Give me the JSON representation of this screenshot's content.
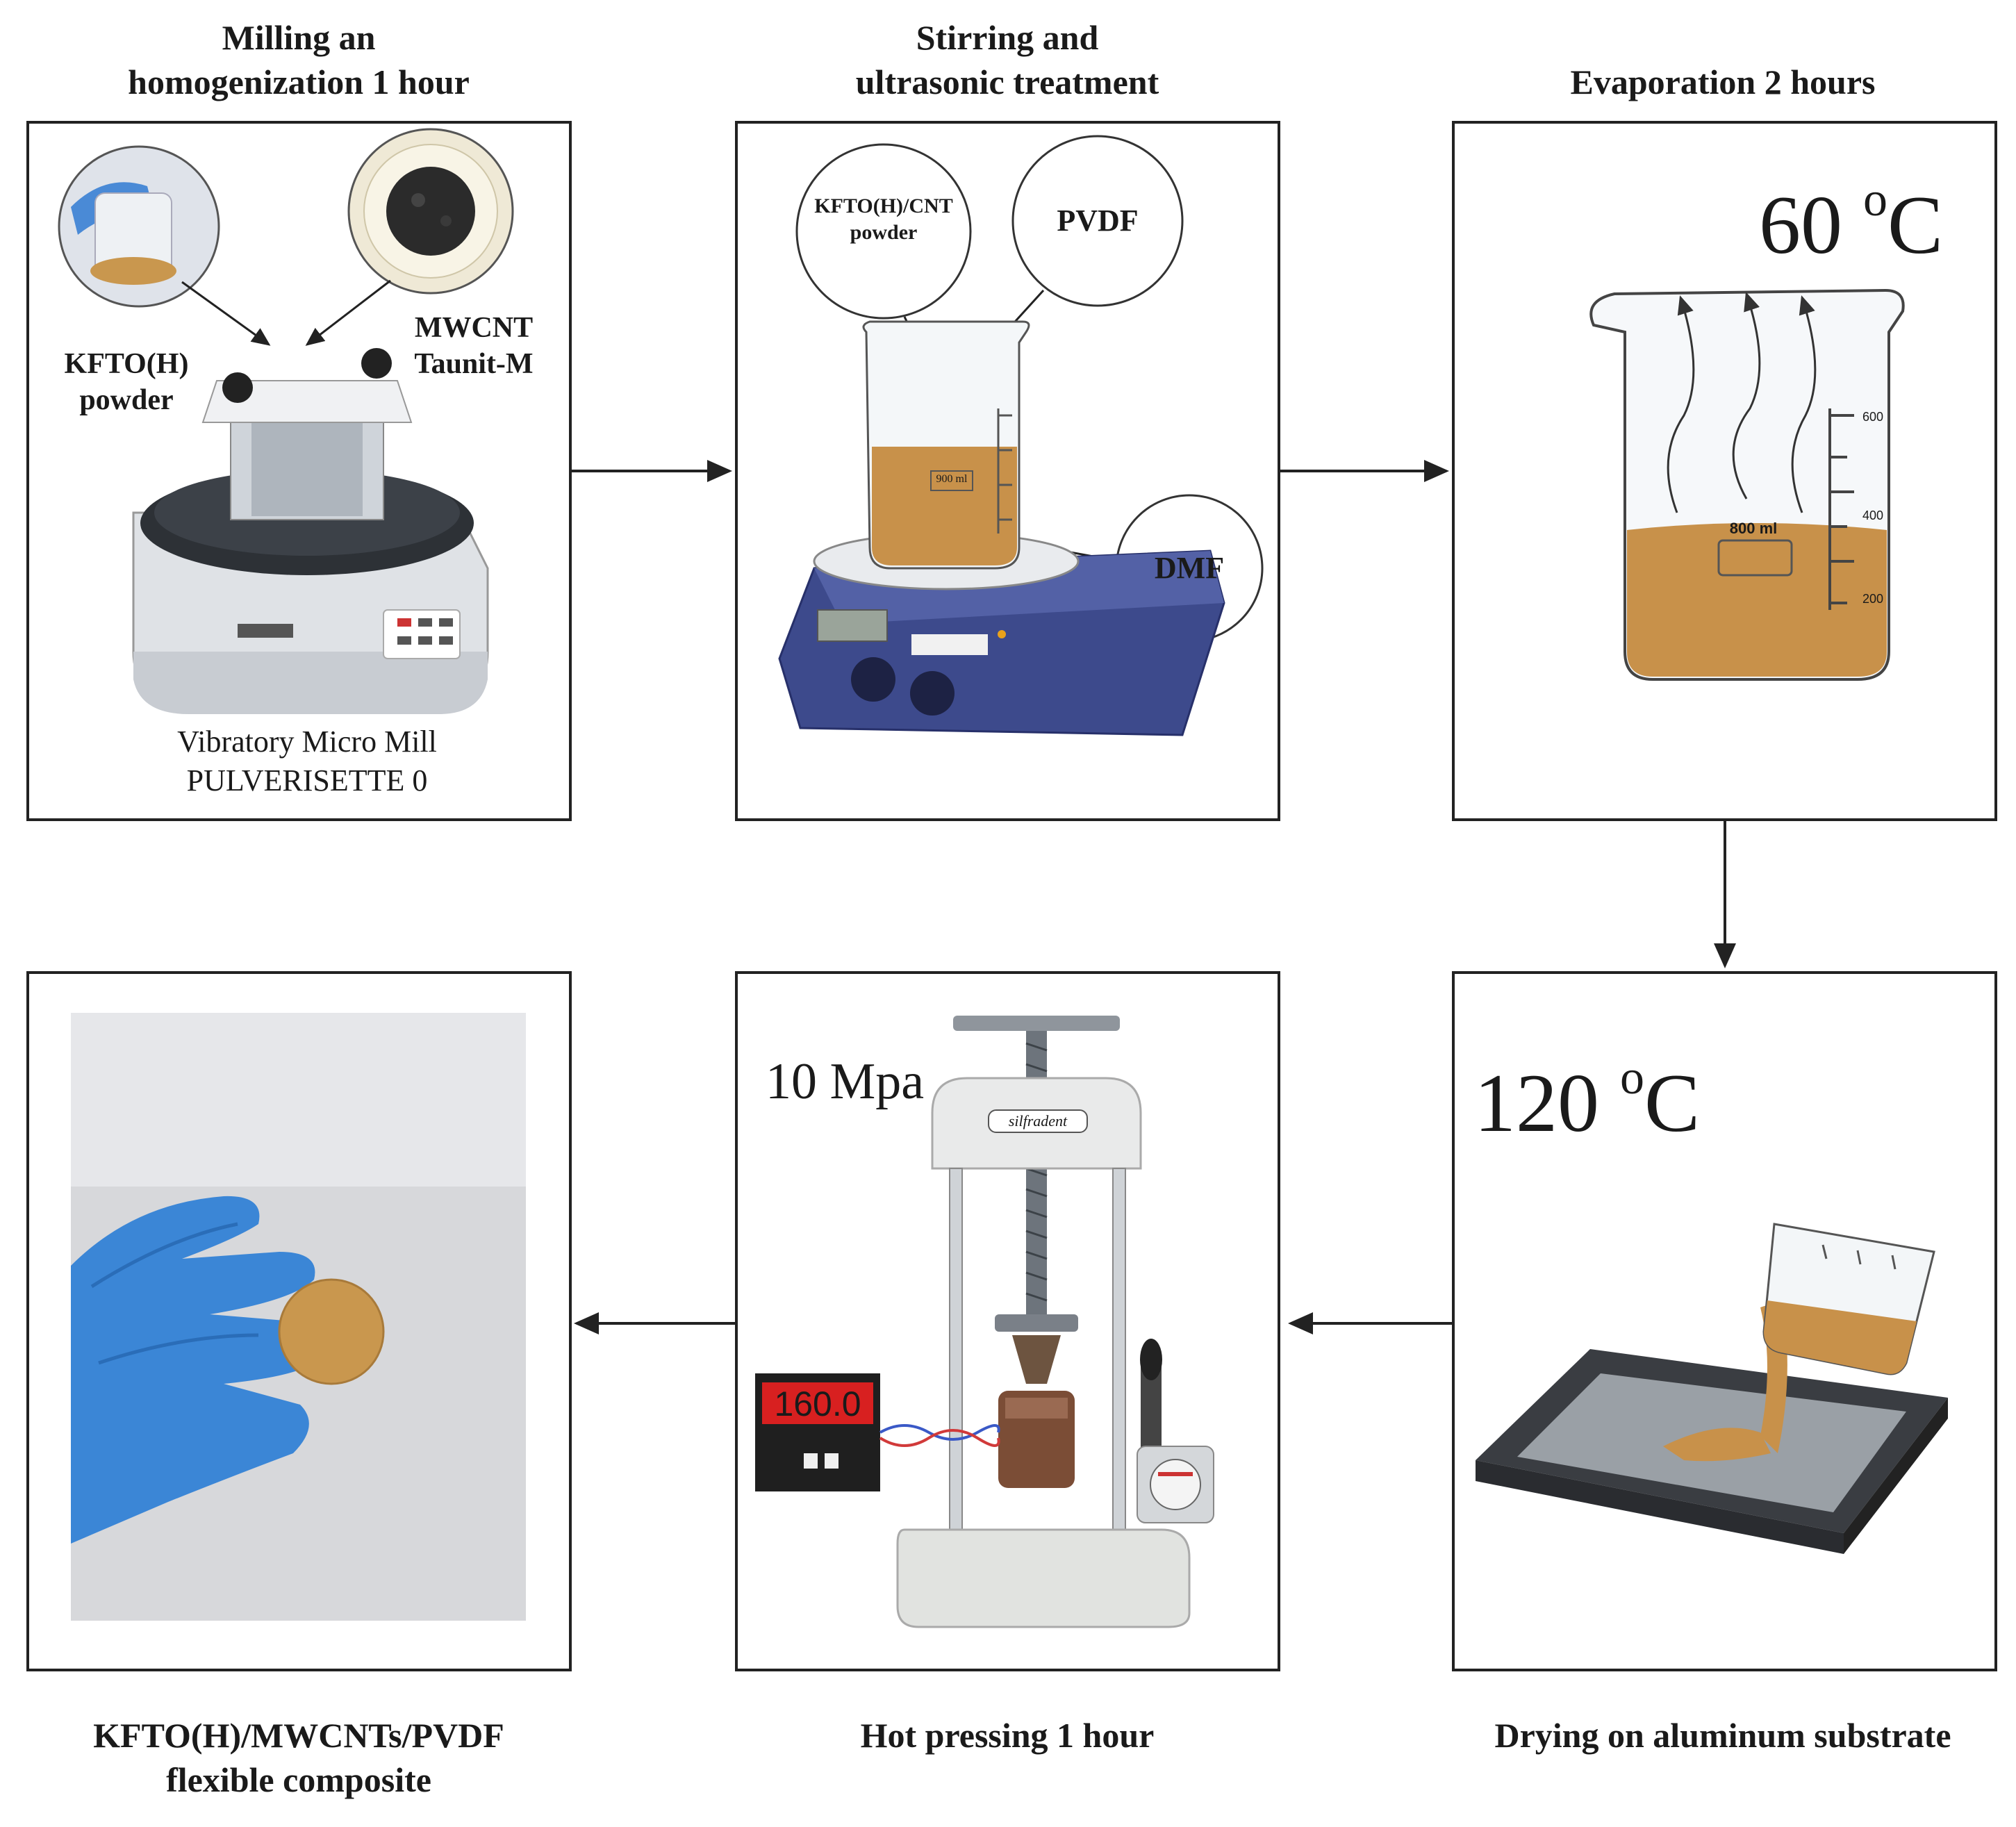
{
  "steps": {
    "milling": {
      "title": "Milling an\nhomogenization 1 hour",
      "label_kfto": "KFTO(H)\npowder",
      "label_mwcnt": "MWCNT\nTaunit-M",
      "caption": "Vibratory Micro Mill\nPULVERISETTE 0"
    },
    "stirring": {
      "title": "Stirring and\nultrasonic treatment",
      "circle_powder": "KFTO(H)/CNT\npowder",
      "circle_pvdf": "PVDF",
      "circle_dmf": "DMF",
      "beaker_label": "900 ml"
    },
    "evaporation": {
      "title": "Evaporation 2 hours",
      "temp_value": "60 ",
      "temp_unit_sup": "o",
      "temp_unit": "C",
      "beaker_label": "800 ml",
      "tick_600": "600",
      "tick_400": "400",
      "tick_200": "200"
    },
    "drying": {
      "title": "Drying on aluminum substrate",
      "temp_value": "120 ",
      "temp_unit_sup": "o",
      "temp_unit": "C"
    },
    "pressing": {
      "title": "Hot pressing 1 hour",
      "pressure": "10 Mpa",
      "display": "160.0",
      "brand": "silfradent"
    },
    "result": {
      "title": "KFTO(H)/MWCNTs/PVDF\nflexible composite"
    }
  },
  "colors": {
    "border": "#222222",
    "powder_tan": "#c9974e",
    "liquid": "#c8914a",
    "glove_blue": "#3b86d6",
    "hotplate_blue": "#3d4a8c",
    "black_powder": "#2a2a2a",
    "display_red": "#d82020"
  }
}
